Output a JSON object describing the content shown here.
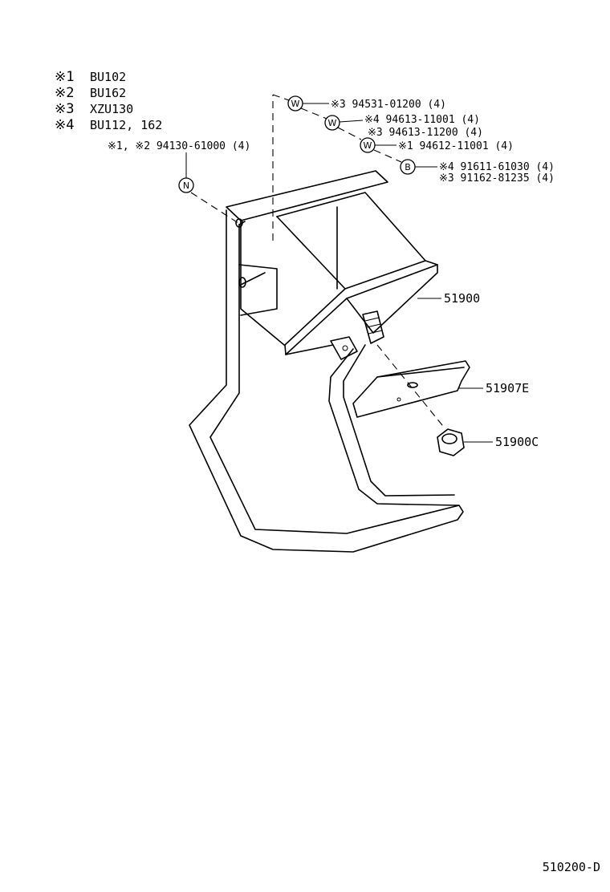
{
  "legend": [
    {
      "key": "※1",
      "value": "BU102"
    },
    {
      "key": "※2",
      "value": "BU162"
    },
    {
      "key": "※3",
      "value": "XZU130"
    },
    {
      "key": "※4",
      "value": "BU112, 162"
    }
  ],
  "fasteners": [
    {
      "symbol": "N",
      "label": "※1, ※2 94130-61000 (4)"
    },
    {
      "symbol": "W",
      "label": "※3 94531-01200 (4)"
    },
    {
      "symbol": "W",
      "label": "※4 94613-11001 (4)"
    },
    {
      "symbol": "",
      "label": "※3 94613-11200 (4)"
    },
    {
      "symbol": "W",
      "label": "※1 94612-11001 (4)"
    },
    {
      "symbol": "B",
      "label": "※4 91611-61030 (4)"
    },
    {
      "symbol": "",
      "label": "※3 91162-81235 (4)"
    }
  ],
  "callouts": {
    "box": "51900",
    "bracket": "51907E",
    "nut": "51900C"
  },
  "drawing_ref": "510200-D"
}
